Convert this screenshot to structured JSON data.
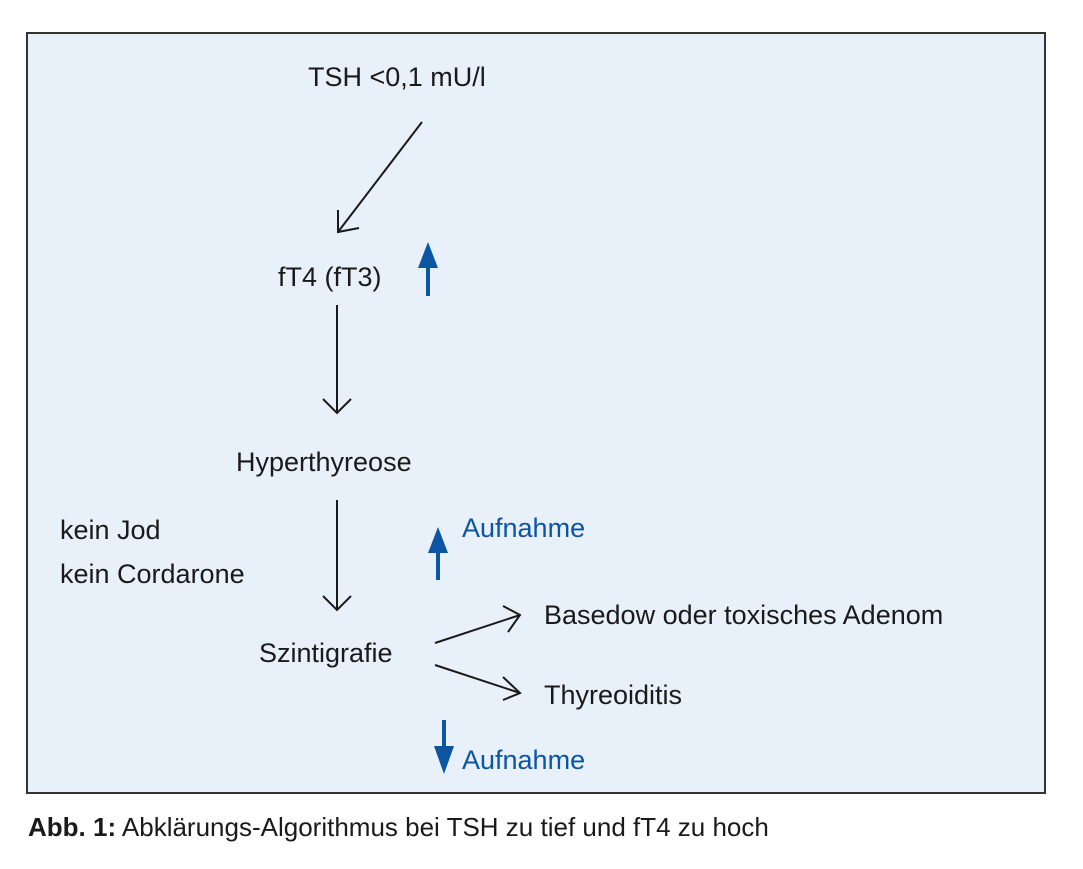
{
  "diagram": {
    "start": "TSH <0,1 mU/l",
    "step2": "fT4 (fT3)",
    "step3": "Hyperthyreose",
    "note_line1": "kein Jod",
    "note_line2": "kein Cordarone",
    "step4": "Szintigrafie",
    "outcome_high": "Basedow oder toxisches Adenom",
    "outcome_low": "Thyreoiditis",
    "uptake_high": "Aufnahme",
    "uptake_low": "Aufnahme",
    "colors": {
      "background": "#e8f0fa",
      "accent": "#0b55a3",
      "line": "#1a1a1a"
    }
  },
  "caption": {
    "label": "Abb. 1:",
    "text": " Abklärungs-Algorithmus bei TSH zu tief und fT4 zu hoch"
  }
}
